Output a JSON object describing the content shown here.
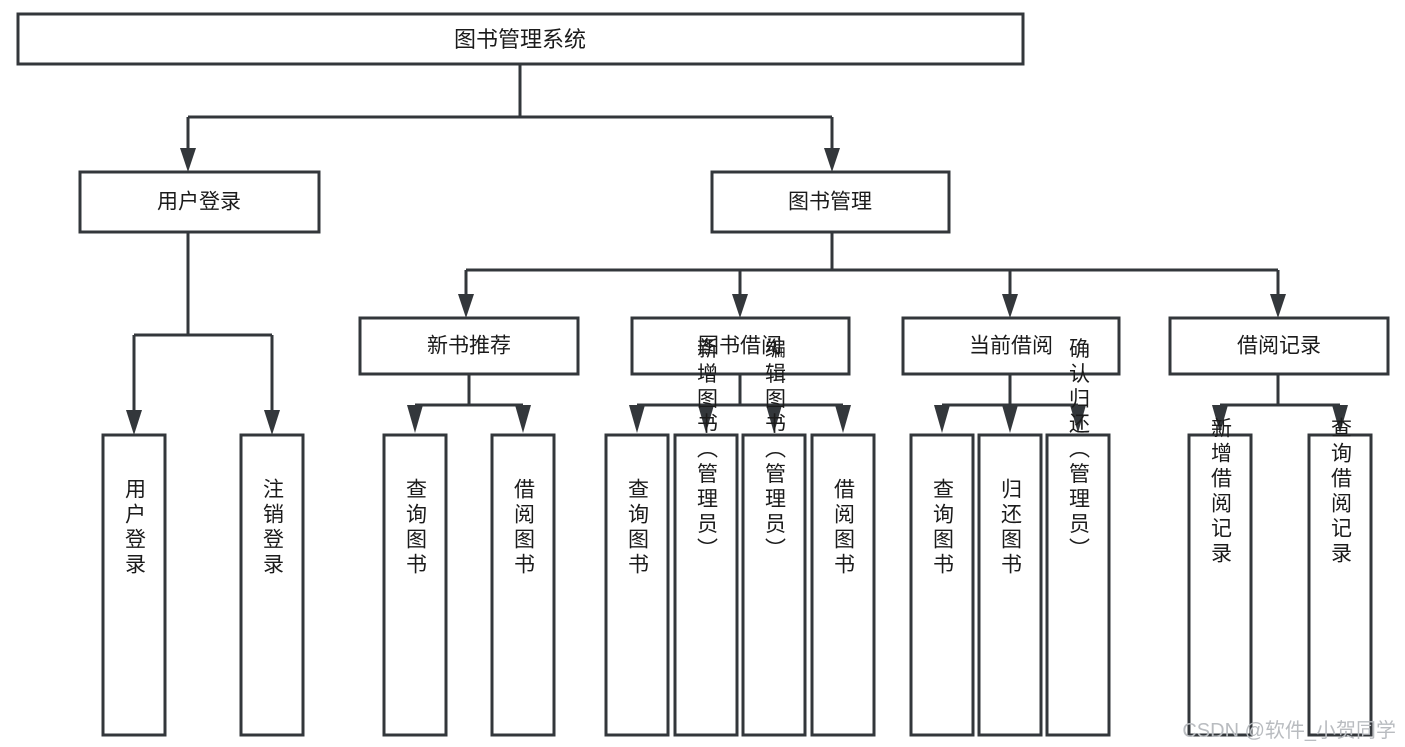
{
  "diagram": {
    "title": "图书管理系统",
    "type": "tree-hierarchy-chart",
    "colors": {
      "stroke": "#33373b",
      "fill": "#ffffff",
      "text": "#1b1b1b",
      "watermark": "#b9bcc0",
      "background": "#ffffff"
    },
    "root": {
      "label": "图书管理系统"
    },
    "level1": [
      {
        "label": "用户登录"
      },
      {
        "label": "图书管理"
      }
    ],
    "level2": [
      {
        "label": "新书推荐"
      },
      {
        "label": "图书借阅"
      },
      {
        "label": "当前借阅"
      },
      {
        "label": "借阅记录"
      }
    ],
    "leaves": {
      "user_login": [
        {
          "label": "用户登录"
        },
        {
          "label": "注销登录"
        }
      ],
      "new_book_recommend": [
        {
          "label": "查询图书"
        },
        {
          "label": "借阅图书"
        }
      ],
      "book_borrow": [
        {
          "label": "查询图书"
        },
        {
          "label": "新增图书（管理员）"
        },
        {
          "label": "编辑图书（管理员）"
        },
        {
          "label": "借阅图书"
        }
      ],
      "current_borrow": [
        {
          "label": "查询图书"
        },
        {
          "label": "归还图书"
        },
        {
          "label": "确认归还（管理员）"
        }
      ],
      "borrow_record": [
        {
          "label": "新增借阅记录"
        },
        {
          "label": "查询借阅记录"
        }
      ]
    }
  },
  "watermark": {
    "text": "CSDN @软件_小贺同学"
  }
}
